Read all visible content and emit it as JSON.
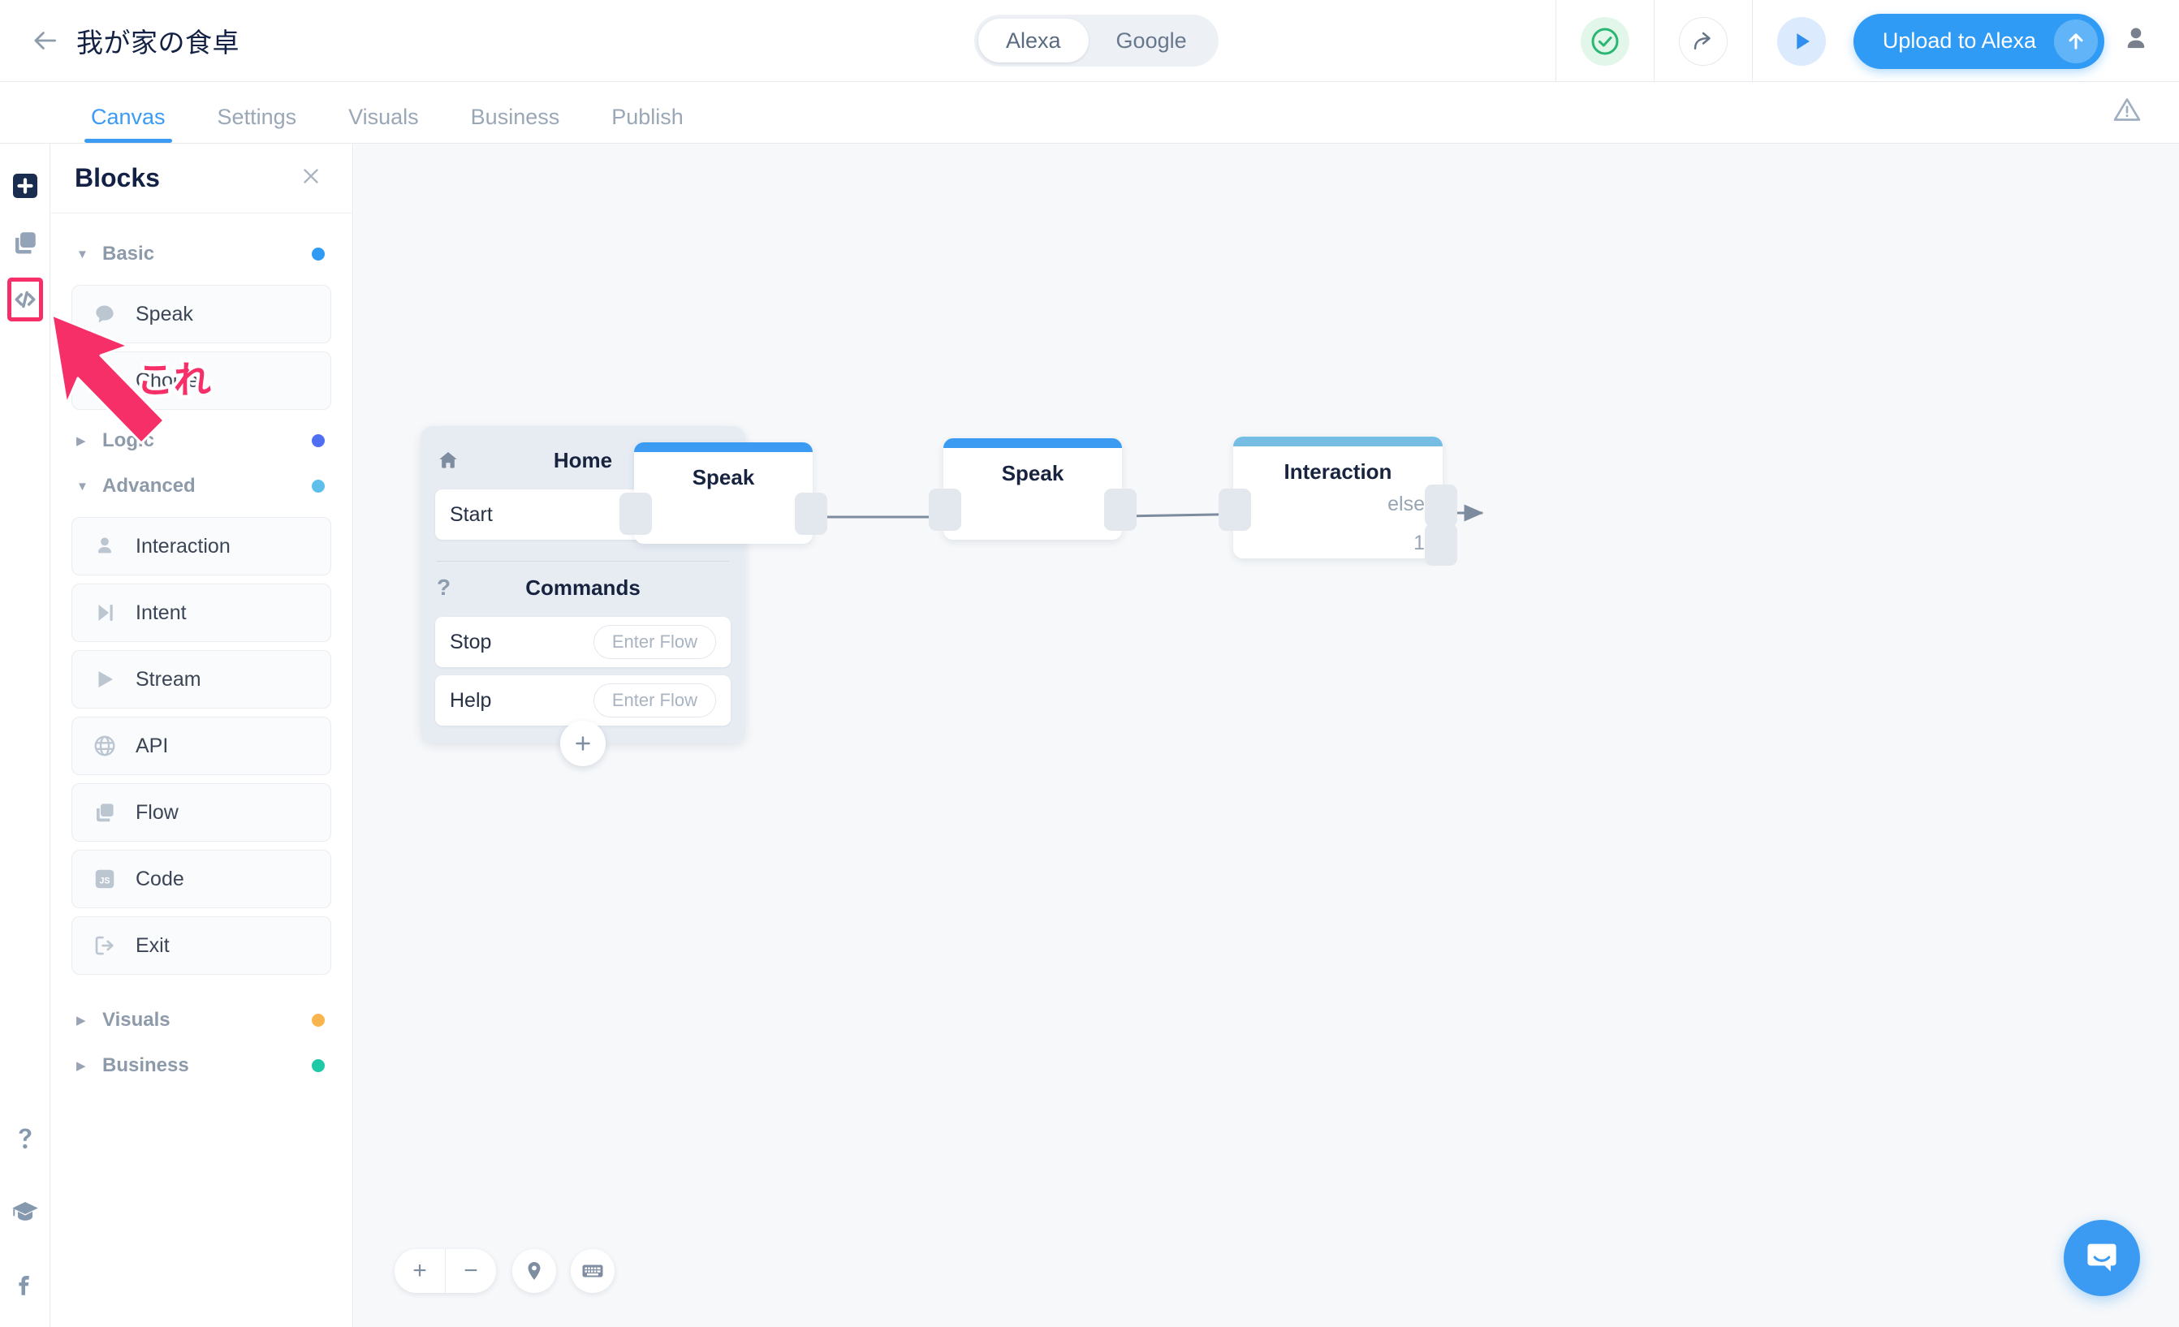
{
  "header": {
    "back_icon": "back-arrow-icon",
    "title": "我が家の食卓",
    "platform_toggle": {
      "options": [
        "Alexa",
        "Google"
      ],
      "selected": "Alexa"
    },
    "status_icon": "check-circle-icon",
    "share_icon": "share-arrow-icon",
    "run_icon": "play-icon",
    "upload_label": "Upload to Alexa",
    "upload_icon": "upload-arrow-icon",
    "account_icon": "user-avatar-icon",
    "accent_blue": "#2f9bf5",
    "status_green": "#2bb673"
  },
  "tabs": {
    "items": [
      {
        "label": "Canvas",
        "active": true
      },
      {
        "label": "Settings",
        "active": false
      },
      {
        "label": "Visuals",
        "active": false
      },
      {
        "label": "Business",
        "active": false
      },
      {
        "label": "Publish",
        "active": false
      }
    ],
    "warning_icon": "warning-triangle-icon"
  },
  "rail": {
    "top_items": [
      {
        "name": "add-block-icon",
        "active": false
      },
      {
        "name": "layers-icon",
        "active": false
      },
      {
        "name": "code-icon",
        "active": true,
        "highlight_color": "#f72f68"
      }
    ],
    "bottom_items": [
      {
        "name": "help-question-icon"
      },
      {
        "name": "academy-graduation-cap-icon"
      },
      {
        "name": "facebook-icon"
      }
    ]
  },
  "panel": {
    "title": "Blocks",
    "close_icon": "close-icon",
    "groups": [
      {
        "name": "Basic",
        "expanded": true,
        "dot_color": "#2f9bf5",
        "items": [
          {
            "label": "Speak",
            "icon": "speech-bubble-icon"
          },
          {
            "label": "Choice",
            "icon": "choice-branch-icon"
          }
        ]
      },
      {
        "name": "Logic",
        "expanded": false,
        "dot_color": "#4f6ef2",
        "items": []
      },
      {
        "name": "Advanced",
        "expanded": true,
        "dot_color": "#5ec0ea",
        "items": [
          {
            "label": "Interaction",
            "icon": "person-icon"
          },
          {
            "label": "Intent",
            "icon": "intent-skip-icon"
          },
          {
            "label": "Stream",
            "icon": "play-triangle-icon"
          },
          {
            "label": "API",
            "icon": "globe-icon"
          },
          {
            "label": "Flow",
            "icon": "flow-layers-icon"
          },
          {
            "label": "Code",
            "icon": "js-badge-icon"
          },
          {
            "label": "Exit",
            "icon": "exit-logout-icon"
          }
        ]
      },
      {
        "name": "Visuals",
        "expanded": false,
        "dot_color": "#f9b44d",
        "items": []
      },
      {
        "name": "Business",
        "expanded": false,
        "dot_color": "#1ec9a8",
        "items": []
      }
    ]
  },
  "canvas": {
    "home_block": {
      "icon": "home-icon",
      "title": "Home",
      "start_row": {
        "label": "Start"
      },
      "commands_icon": "question-mark-icon",
      "commands_title": "Commands",
      "commands": [
        {
          "label": "Stop",
          "action": "Enter Flow"
        },
        {
          "label": "Help",
          "action": "Enter Flow"
        }
      ],
      "add_icon": "plus-icon"
    },
    "nodes": [
      {
        "title": "Speak",
        "bar_color": "#3b9bf3",
        "outputs": []
      },
      {
        "title": "Speak",
        "bar_color": "#3b9bf3",
        "outputs": []
      },
      {
        "title": "Interaction",
        "bar_color": "#76bde4",
        "outputs": [
          "else",
          "1"
        ]
      }
    ],
    "toolbar": {
      "zoom_in": "+",
      "zoom_out": "−",
      "locate_icon": "map-pin-icon",
      "keyboard_icon": "keyboard-icon"
    },
    "chat_launcher_icon": "chat-bubble-icon"
  },
  "annotation": {
    "text": "これ",
    "color": "#f72f68",
    "arrow_icon": "pointer-arrow-icon"
  }
}
